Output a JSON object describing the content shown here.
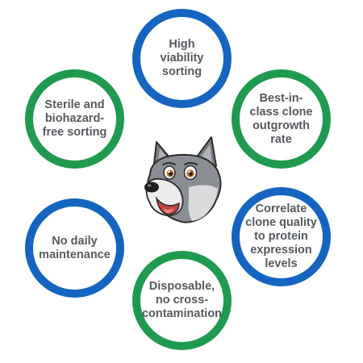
{
  "features": {
    "top": {
      "label": "High\nviability\nsorting",
      "color": "#1565c0"
    },
    "ul": {
      "label": "Sterile and\nbiohazard-\nfree sorting",
      "color": "#1f9a4f"
    },
    "ur": {
      "label": "Best-in-\nclass clone\noutgrowth\nrate",
      "color": "#1f9a4f"
    },
    "ll": {
      "label": "No daily\nmaintenance",
      "color": "#1565c0"
    },
    "lr": {
      "label": "Correlate\nclone quality\nto protein\nexpression\nlevels",
      "color": "#1565c0"
    },
    "bottom": {
      "label": "Disposable,\nno cross-\ncontamination",
      "color": "#1f9a4f"
    }
  },
  "mascot": {
    "icon": "wolf-mascot-icon"
  }
}
